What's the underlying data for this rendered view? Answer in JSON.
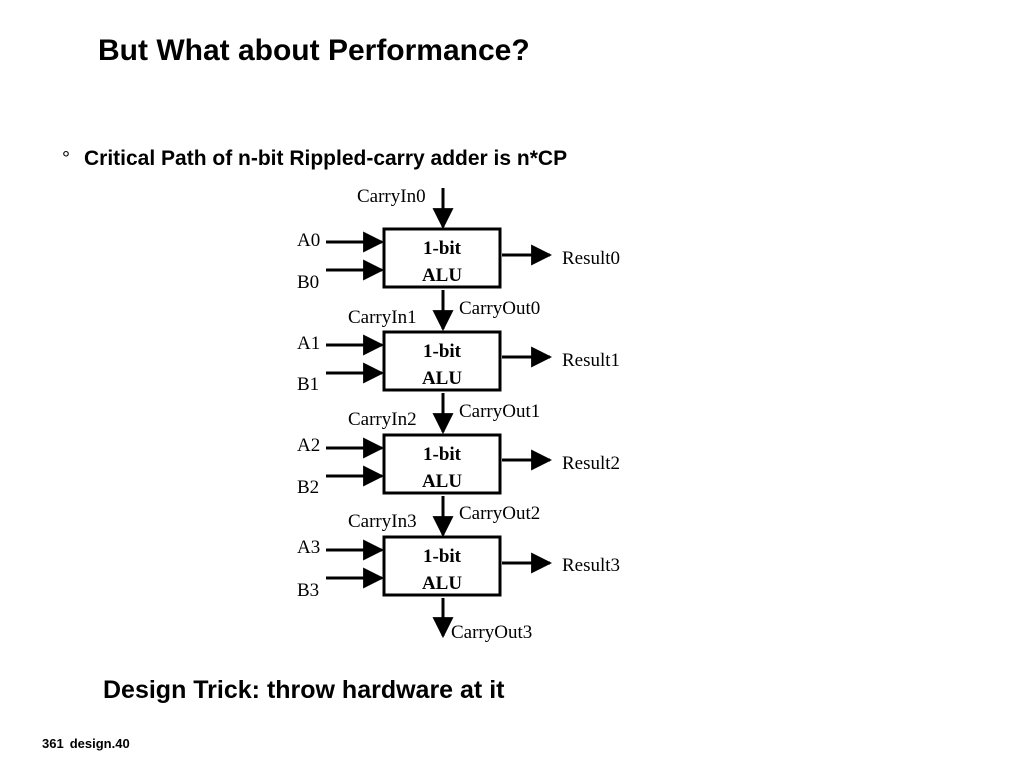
{
  "slide": {
    "title": "But What about Performance?",
    "bullet_mark": "°",
    "bullet": "Critical Path of n-bit Rippled-carry adder is n*CP",
    "trick": "Design Trick: throw hardware at it",
    "footer_page": "361",
    "footer_file": "design.40"
  },
  "diagram": {
    "carry_in_top": "CarryIn0",
    "carry_out_bottom": "CarryOut3",
    "stages": [
      {
        "a": "A0",
        "b": "B0",
        "line1": "1-bit",
        "line2": "ALU",
        "result": "Result0",
        "carry_out": "CarryOut0",
        "carry_in_next": "CarryIn1"
      },
      {
        "a": "A1",
        "b": "B1",
        "line1": "1-bit",
        "line2": "ALU",
        "result": "Result1",
        "carry_out": "CarryOut1",
        "carry_in_next": "CarryIn2"
      },
      {
        "a": "A2",
        "b": "B2",
        "line1": "1-bit",
        "line2": "ALU",
        "result": "Result2",
        "carry_out": "CarryOut2",
        "carry_in_next": "CarryIn3"
      },
      {
        "a": "A3",
        "b": "B3",
        "line1": "1-bit",
        "line2": "ALU",
        "result": "Result3"
      }
    ]
  }
}
